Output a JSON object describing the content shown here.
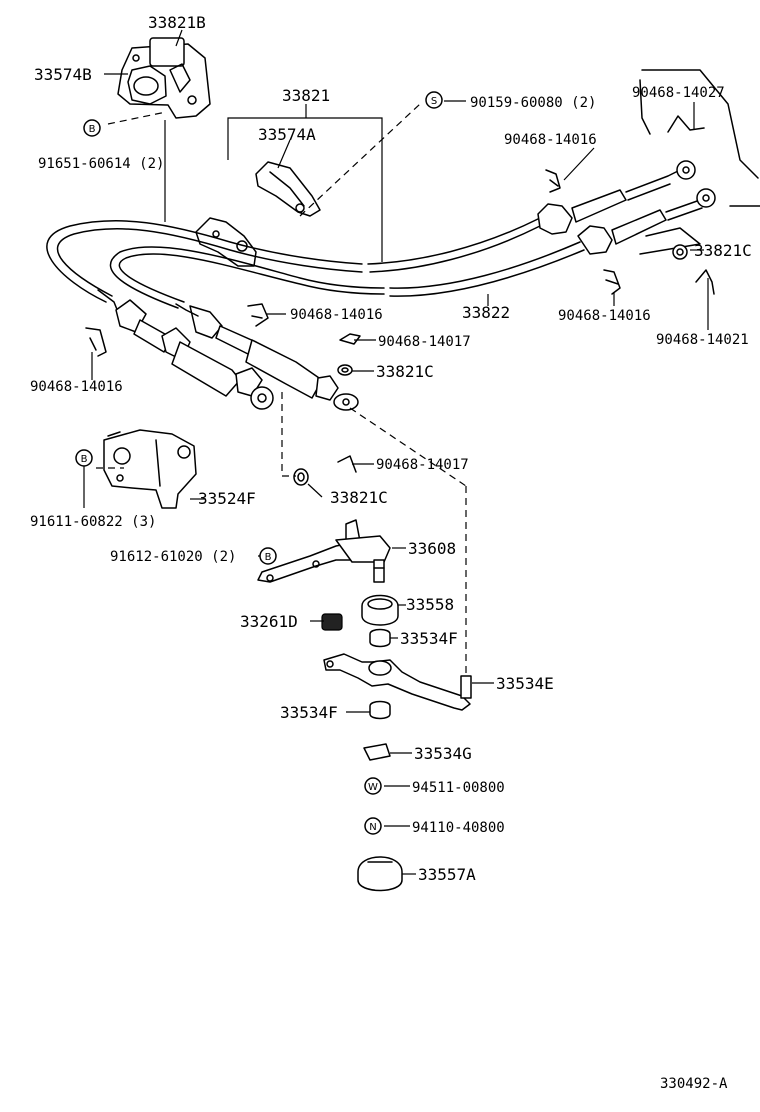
{
  "labels": {
    "p33821B": "33821B",
    "p33574B": "33574B",
    "p91651": "91651-60614 (2)",
    "p33821": "33821",
    "p33574A": "33574A",
    "p90159": "90159-60080 (2)",
    "p90468_14027": "90468-14027",
    "p90468_14016_a": "90468-14016",
    "p33821C_a": "33821C",
    "p33822": "33822",
    "p90468_14016_b": "90468-14016",
    "p90468_14021": "90468-14021",
    "p90468_14016_c": "90468-14016",
    "p90468_14017_a": "90468-14017",
    "p33821C_b": "33821C",
    "p90468_14016_d": "90468-14016",
    "p90468_14017_b": "90468-14017",
    "p33821C_c": "33821C",
    "p33524F": "33524F",
    "p91611": "91611-60822 (3)",
    "p91612": "91612-61020 (2)",
    "p33608": "33608",
    "p33261D": "33261D",
    "p33558": "33558",
    "p33534F_a": "33534F",
    "p33534E": "33534E",
    "p33534F_b": "33534F",
    "p33534G": "33534G",
    "p94511": "94511-00800",
    "p94110": "94110-40800",
    "p33557A": "33557A",
    "diagram_code": "330492-A"
  },
  "symbols": {
    "s_S": "S",
    "s_B1": "B",
    "s_B2": "B",
    "s_B3": "B",
    "s_W": "W",
    "s_N": "N"
  }
}
